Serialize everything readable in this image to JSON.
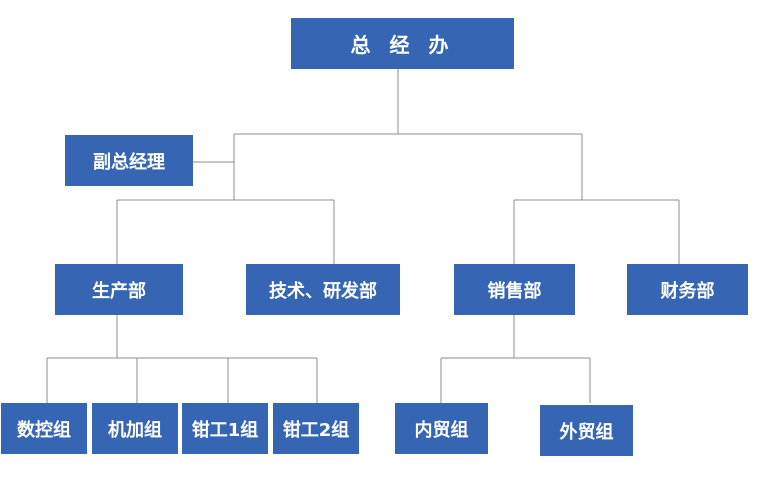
{
  "org_chart": {
    "root": "总 经 办",
    "deputy": "副总经理",
    "departments": {
      "production": "生产部",
      "tech_rd": "技术、研发部",
      "sales": "销售部",
      "finance": "财务部"
    },
    "production_groups": [
      "数控组",
      "机加组",
      "钳工1组",
      "钳工2组"
    ],
    "sales_groups": [
      "内贸组",
      "外贸组"
    ]
  },
  "colors": {
    "node_fill": "#3565b3",
    "node_text": "#ffffff",
    "connector": "#8c8c8c"
  }
}
